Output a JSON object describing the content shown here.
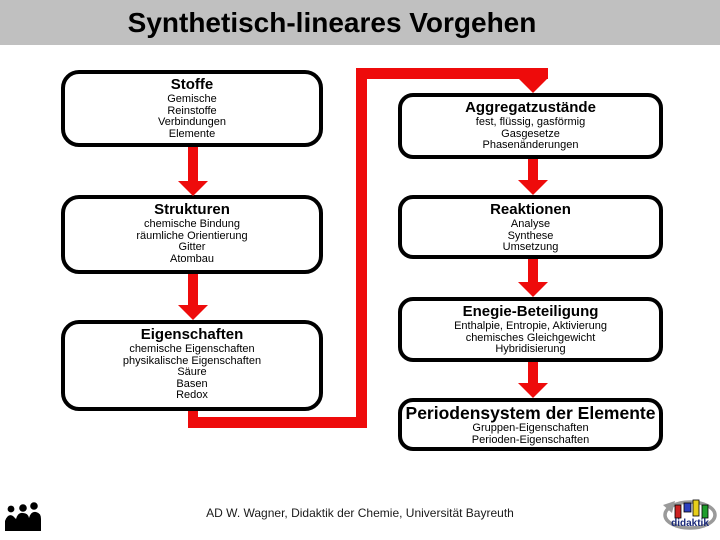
{
  "title": "Synthetisch-lineares Vorgehen",
  "left_column": [
    {
      "title": "Stoffe",
      "lines": [
        "Gemische",
        "Reinstoffe",
        "Verbindungen",
        "Elemente"
      ]
    },
    {
      "title": "Strukturen",
      "lines": [
        "chemische Bindung",
        "räumliche Orientierung",
        "Gitter",
        "Atombau"
      ]
    },
    {
      "title": "Eigenschaften",
      "lines": [
        "chemische Eigenschaften",
        "physikalische Eigenschaften",
        "Säure",
        "Basen",
        "Redox"
      ]
    }
  ],
  "right_column": [
    {
      "title": "Aggregatzustände",
      "lines": [
        "fest, flüssig, gasförmig",
        "Gasgesetze",
        "Phasenänderungen"
      ]
    },
    {
      "title": "Reaktionen",
      "lines": [
        "Analyse",
        "Synthese",
        "Umsetzung"
      ]
    },
    {
      "title": "Enegie-Beteiligung",
      "lines": [
        "Enthalpie, Entropie, Aktivierung",
        "chemisches Gleichgewicht",
        "Hybridisierung"
      ]
    },
    {
      "title": "Periodensystem der Elemente",
      "lines": [
        "Gruppen-Eigenschaften",
        "Perioden-Eigenschaften"
      ]
    }
  ],
  "footer": {
    "credit": "AD W. Wagner, Didaktik der Chemie, Universität Bayreuth",
    "logo_text": "didaktik"
  },
  "icons": {
    "left": "audience-silhouette-icon",
    "right": "didaktik-logo"
  },
  "colors": {
    "arrow_red": "#ee0b0b",
    "title_bar_bg": "#c0c0c0",
    "box_border": "#000000",
    "box_bg": "#ffffff",
    "background": "#ffffff"
  }
}
